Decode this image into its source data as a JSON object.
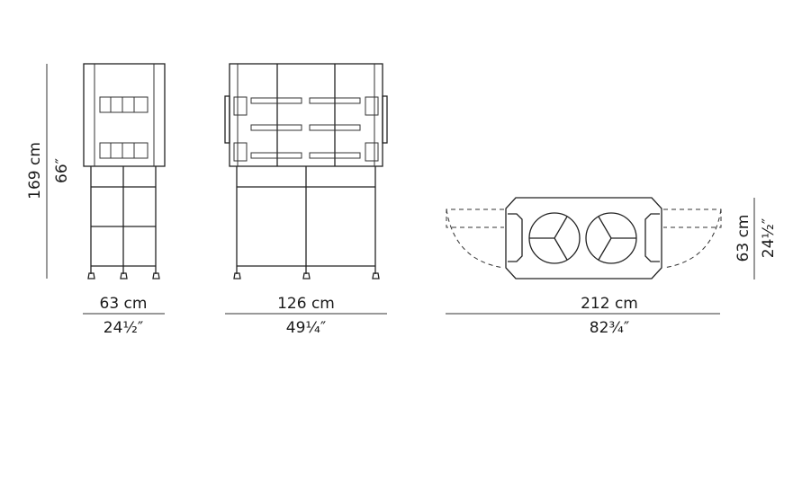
{
  "side_view": {
    "height_cm": "169 cm",
    "height_in": "66″",
    "width_cm": "63 cm",
    "width_in": "24½″"
  },
  "front_view": {
    "width_cm": "126 cm",
    "width_in": "49¼″"
  },
  "top_view": {
    "width_cm": "212 cm",
    "width_in": "82¾″",
    "depth_cm": "63 cm",
    "depth_in": "24½″"
  },
  "colors": {
    "line": "#222222",
    "background": "#ffffff"
  }
}
